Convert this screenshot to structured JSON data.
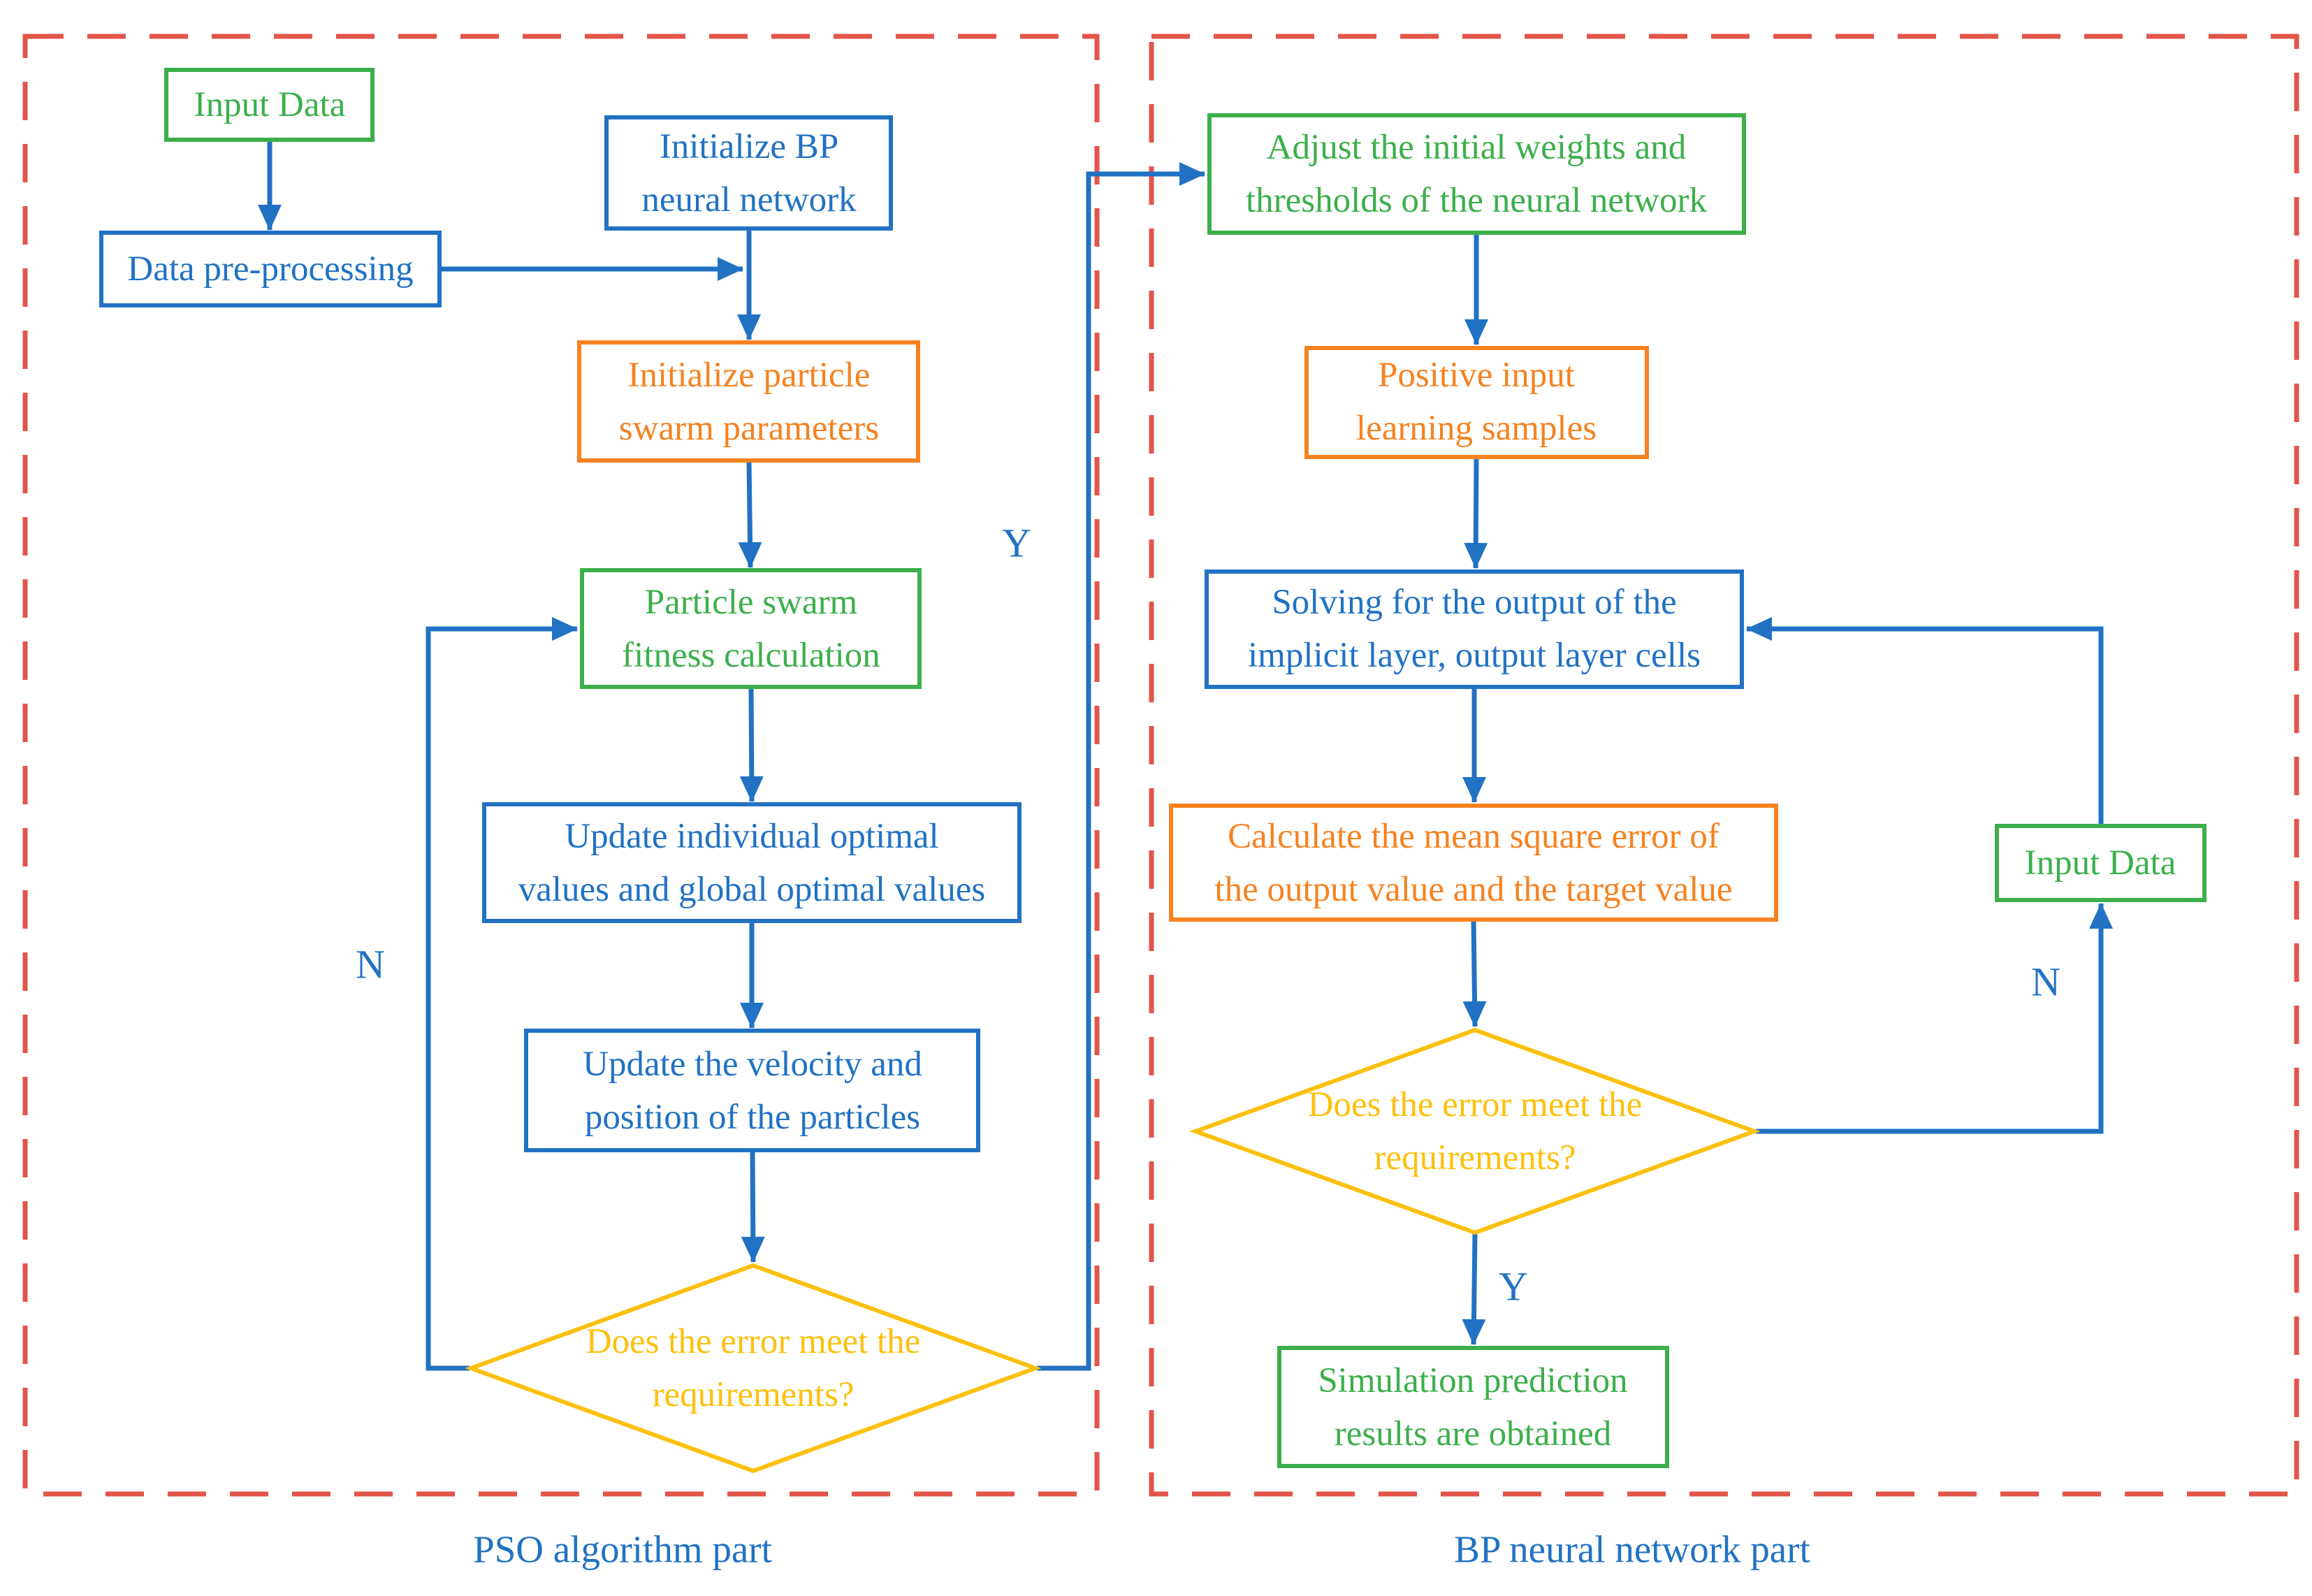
{
  "panels": {
    "pso": {
      "title": "PSO algorithm part"
    },
    "bp": {
      "title": "BP neural network part"
    }
  },
  "branch_labels": {
    "pso_no": "N",
    "pso_yes": "Y",
    "bp_no": "N",
    "bp_yes": "Y"
  },
  "nodes": {
    "pso_input_data": {
      "type": "process",
      "color": "green",
      "lines": [
        "Input Data"
      ]
    },
    "pso_init_bp": {
      "type": "process",
      "color": "blue",
      "lines": [
        "Initialize BP",
        "neural network"
      ]
    },
    "pso_preprocess": {
      "type": "process",
      "color": "blue",
      "lines": [
        "Data pre-processing"
      ]
    },
    "pso_init_swarm": {
      "type": "process",
      "color": "orange",
      "lines": [
        "Initialize particle",
        "swarm parameters"
      ]
    },
    "pso_fitness": {
      "type": "process",
      "color": "green",
      "lines": [
        "Particle swarm",
        "fitness calculation"
      ]
    },
    "pso_update_optimal": {
      "type": "process",
      "color": "blue",
      "lines": [
        "Update individual optimal",
        "values and global optimal values"
      ]
    },
    "pso_update_velocity": {
      "type": "process",
      "color": "blue",
      "lines": [
        "Update the velocity and",
        "position of the particles"
      ]
    },
    "pso_decision": {
      "type": "decision",
      "color": "yellow",
      "lines": [
        "Does the error meet the",
        "requirements?"
      ]
    },
    "bp_adjust_weights": {
      "type": "process",
      "color": "green",
      "lines": [
        "Adjust the initial weights and",
        "thresholds of the neural network"
      ]
    },
    "bp_positive_input": {
      "type": "process",
      "color": "orange",
      "lines": [
        "Positive input",
        "learning samples"
      ]
    },
    "bp_solving": {
      "type": "process",
      "color": "blue",
      "lines": [
        "Solving for the output of the",
        "implicit layer, output layer cells"
      ]
    },
    "bp_calc_error": {
      "type": "process",
      "color": "orange",
      "lines": [
        "Calculate the mean square error of",
        "the output value and the target value"
      ]
    },
    "bp_decision": {
      "type": "decision",
      "color": "yellow",
      "lines": [
        "Does the error meet the",
        "requirements?"
      ]
    },
    "bp_simulation": {
      "type": "process",
      "color": "green",
      "lines": [
        "Simulation prediction",
        "results are obtained"
      ]
    },
    "bp_input_data": {
      "type": "process",
      "color": "green",
      "lines": [
        "Input Data"
      ]
    }
  },
  "colors": {
    "blue": "#2172C3",
    "green": "#3CAF4B",
    "orange": "#F68220",
    "yellow": "#FDC00E",
    "red_dashed": "#E3544A",
    "background": "#FFFFFF"
  }
}
